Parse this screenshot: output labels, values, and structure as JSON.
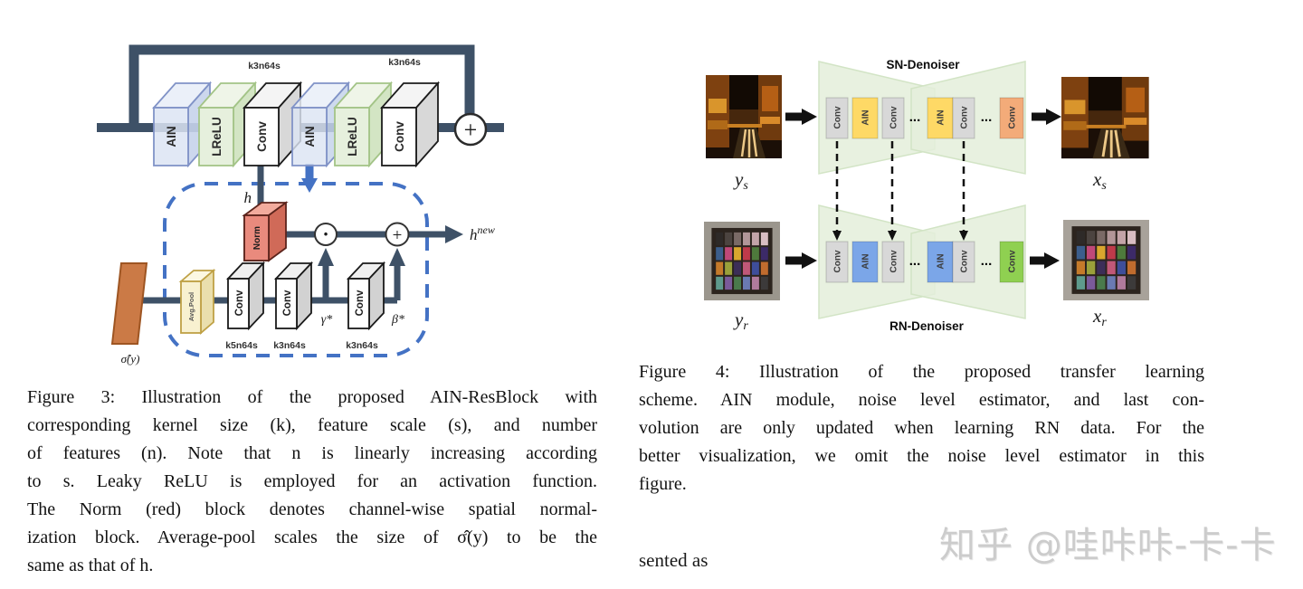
{
  "figure3": {
    "caption_lines": [
      "Figure 3:  Illustration of the proposed AIN-ResBlock with",
      "corresponding kernel size (k), feature scale (s), and number",
      "of features (n). Note that n is linearly increasing according",
      "to s.  Leaky ReLU is employed for an activation function.",
      "The Norm (red) block denotes channel-wise spatial normal-",
      "ization block.  Average-pool scales the size of σ̂(y) to be the",
      "same as that of h."
    ],
    "diagram": {
      "top_blocks": [
        {
          "label": "AIN"
        },
        {
          "label": "LReLU"
        },
        {
          "label": "Conv",
          "kernel": "k3n64s"
        },
        {
          "label": "AIN"
        },
        {
          "label": "LReLU"
        },
        {
          "label": "Conv",
          "kernel": "k3n64s"
        }
      ],
      "h_label": "h",
      "h_new": {
        "base": "h",
        "sup": "new"
      },
      "dot_operator": "·",
      "plus_operator": "+",
      "norm_label": "Norm",
      "avgpool_label": "Avg.Pool",
      "bottom_convs": [
        {
          "label": "Conv",
          "kernel": "k5n64s"
        },
        {
          "label": "Conv",
          "kernel": "k3n64s"
        },
        {
          "label": "Conv",
          "kernel": "k3n64s"
        }
      ],
      "gamma_label": "γ*",
      "beta_label": "β*",
      "sigma_label": "σ̂(y)",
      "colors": {
        "slate": "#3e5167",
        "dashed_box_blue": "#4472c4",
        "blue_arrow": "#4472c4",
        "ain_fill": "#dce4f3",
        "lrelu_fill": "#e6f0dd",
        "conv_fill": "#ffffff",
        "norm_fill": "#e98a7d",
        "avgpool_fill": "#f8f1d0",
        "sigma_parallelogram": "#cb7a46"
      }
    }
  },
  "figure4": {
    "caption_lines": [
      "Figure 4:  Illustration of the proposed transfer learning",
      "scheme.  AIN module, noise level estimator, and last con-",
      "volution are only updated when learning RN data.  For the",
      "better visualization, we omit the noise level estimator in this",
      "figure."
    ],
    "diagram": {
      "sn_title": "SN-Denoiser",
      "rn_title": "RN-Denoiser",
      "sn_blocks": [
        "Conv",
        "AIN",
        "Conv",
        "...",
        "AIN",
        "Conv",
        "...",
        "Conv"
      ],
      "rn_blocks": [
        "Conv",
        "AIN",
        "Conv",
        "...",
        "AIN",
        "Conv",
        "...",
        "Conv"
      ],
      "labels": {
        "ys": {
          "base": "y",
          "sub": "s"
        },
        "xs": {
          "base": "x",
          "sub": "s"
        },
        "yr": {
          "base": "y",
          "sub": "r"
        },
        "xr": {
          "base": "x",
          "sub": "r"
        }
      },
      "colors": {
        "bowtie_green": "#e4efda",
        "conv_gray": "#d8d8d8",
        "ain_sn_yellow": "#fed966",
        "last_conv_sn_orange": "#f3ab79",
        "ain_rn_blue": "#7ba6e8",
        "last_conv_rn_green": "#8fd051"
      },
      "checker_colors": [
        "#2e2a28",
        "#4c4440",
        "#7a6a66",
        "#b29698",
        "#c3a4a8",
        "#d8bdc2",
        "#3c5e8c",
        "#c04878",
        "#d9a62e",
        "#bf3a4a",
        "#4e7a3c",
        "#3c2a68",
        "#c57a2a",
        "#9aa03a",
        "#3c2e58",
        "#c05878",
        "#3e4e9a",
        "#c06c2e",
        "#5e9a8c",
        "#7a5a9a",
        "#4a7a4c",
        "#6a7ab2",
        "#b07a9c",
        "#3c3a3a"
      ]
    }
  },
  "watermark": "知乎 @哇咔咔-卡-卡",
  "text_fragment": "sented as"
}
